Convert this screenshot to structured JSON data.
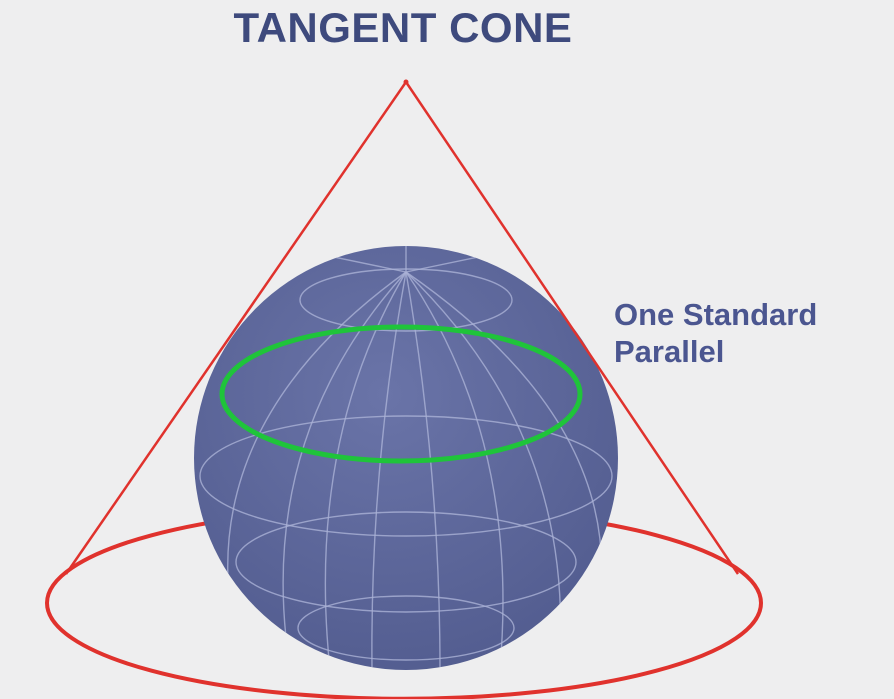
{
  "title": "TANGENT CONE",
  "label": {
    "line1": "One Standard",
    "line2": "Parallel"
  },
  "colors": {
    "background": "#eeeeef",
    "title": "#3e4a7d",
    "label": "#4b5690",
    "globe": "#5b6598",
    "cone": "#e0322d",
    "standard_parallel": "#1fc43a",
    "graticule": "#aab2d6"
  }
}
